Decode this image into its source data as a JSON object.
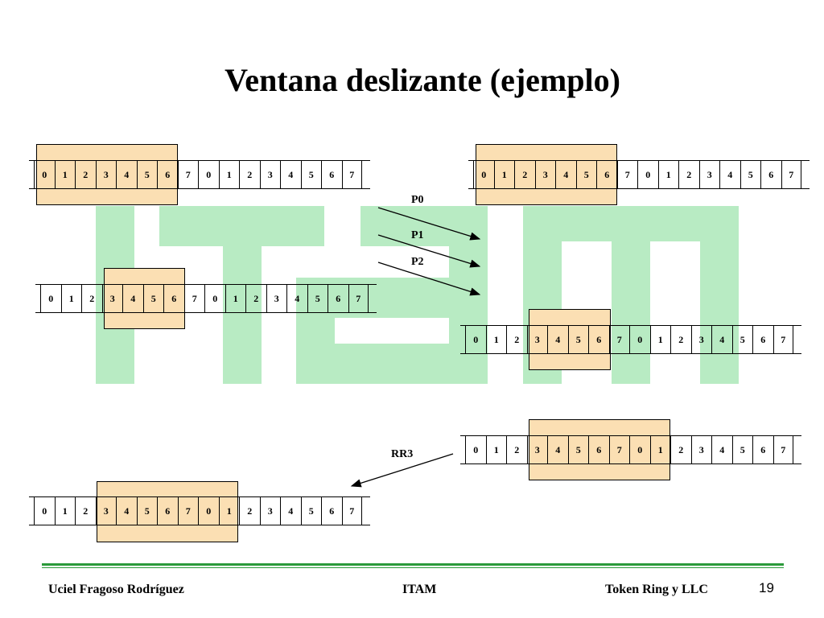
{
  "title": "Ventana deslizante (ejemplo)",
  "colors": {
    "window_fill": "#fbdfb3",
    "logo_green": "#b8ebc3",
    "footer_rule": "#2a9a3a"
  },
  "sequence_numbers": [
    "0",
    "1",
    "2",
    "3",
    "4",
    "5",
    "6",
    "7",
    "0",
    "1",
    "2",
    "3",
    "4",
    "5",
    "6",
    "7"
  ],
  "sequences": [
    {
      "id": "sender-initial",
      "window_start": 0,
      "window_size": 7
    },
    {
      "id": "receiver-initial",
      "window_start": 0,
      "window_size": 7
    },
    {
      "id": "sender-after-send",
      "window_start": 3,
      "window_size": 4
    },
    {
      "id": "receiver-after-receive",
      "window_start": 3,
      "window_size": 4
    },
    {
      "id": "receiver-after-rr",
      "window_start": 3,
      "window_size": 7
    },
    {
      "id": "sender-after-rr",
      "window_start": 3,
      "window_size": 7
    }
  ],
  "frames": [
    "P0",
    "P1",
    "P2"
  ],
  "ack": "RR3",
  "footer": {
    "author": "Uciel Fragoso Rodríguez",
    "institution": "ITAM",
    "topic": "Token Ring y LLC",
    "page": "19"
  }
}
